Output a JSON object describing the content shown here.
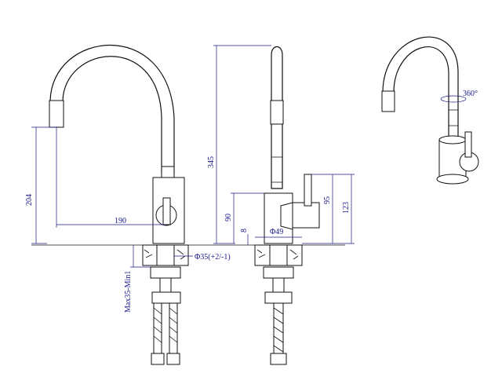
{
  "drawing": {
    "front_view": {
      "height_label": "204",
      "reach_label": "190",
      "hole_label": "Φ35(+2/-1)",
      "deck_label": "Max35-Min1"
    },
    "side_view": {
      "total_height_label": "345",
      "body_height_label": "90",
      "base_offset_label": "8",
      "base_diameter_label": "Φ49",
      "handle_height_label": "95",
      "handle_top_label": "123"
    },
    "iso_view": {
      "rotation_label": "360°"
    },
    "colors": {
      "outline": "#111111",
      "dimension": "#1a1a8c"
    }
  }
}
